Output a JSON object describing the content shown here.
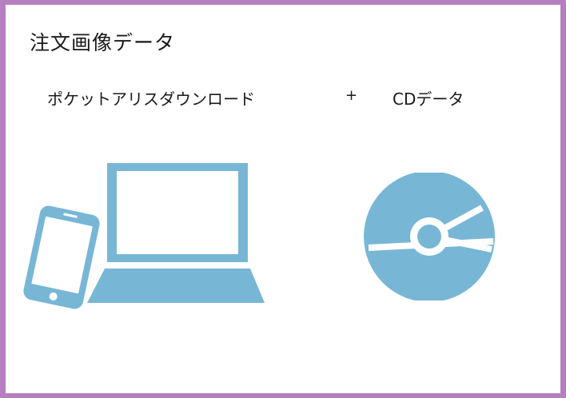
{
  "title": "注文画像データ",
  "items": {
    "download_label": "ポケットアリスダウンロード",
    "plus_label": "+",
    "cd_label": "CDデータ"
  },
  "icons": {
    "devices": "smartphone-laptop-icon",
    "disc": "cd-disc-icon"
  },
  "colors": {
    "frame": "#b57fc0",
    "icon": "#78b6d6",
    "background": "#ffffff"
  }
}
